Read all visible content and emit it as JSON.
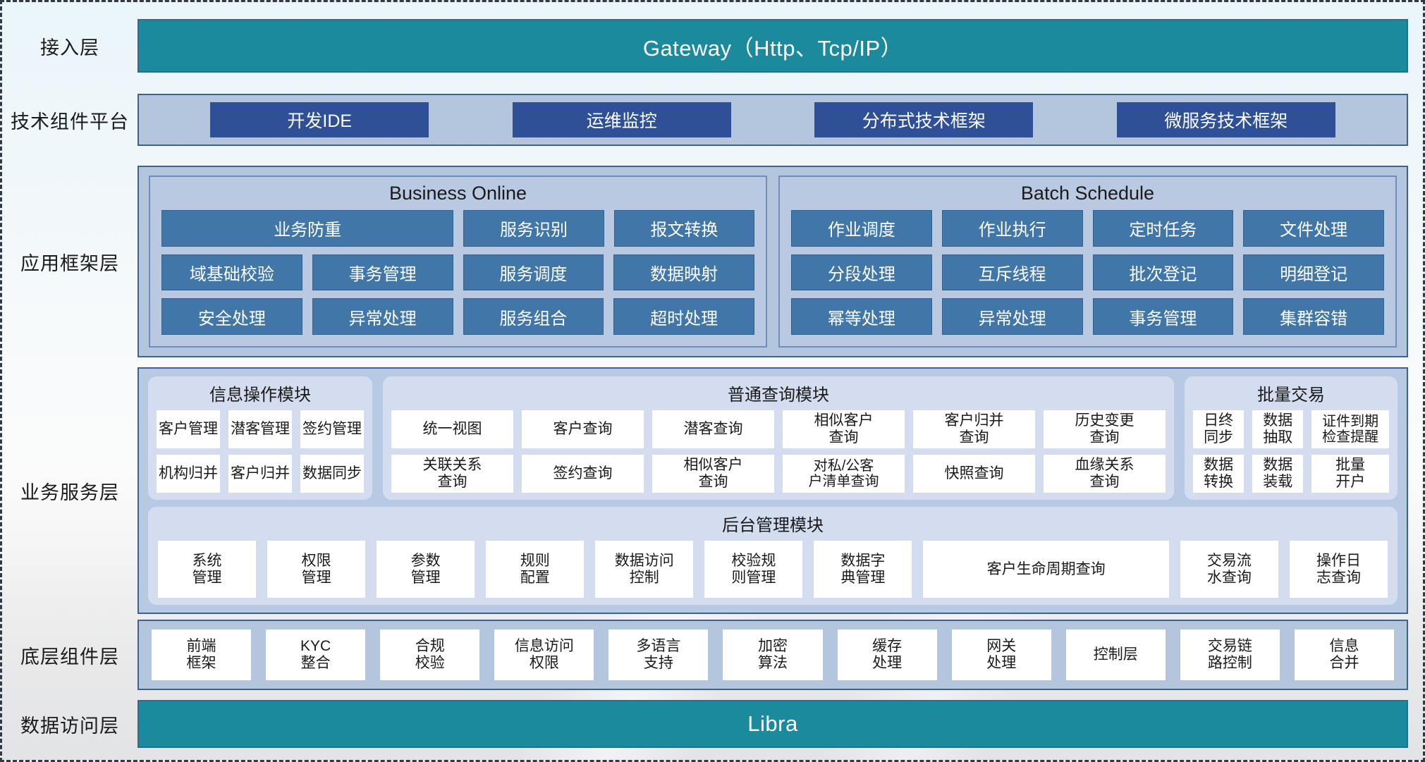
{
  "layers": [
    {
      "name": "access",
      "label": "接入层"
    },
    {
      "name": "tech-platform",
      "label": "技术组件平台"
    },
    {
      "name": "app-framework",
      "label": "应用框架层"
    },
    {
      "name": "business-service",
      "label": "业务服务层"
    },
    {
      "name": "base-component",
      "label": "底层组件层"
    },
    {
      "name": "data-access",
      "label": "数据访问层"
    }
  ],
  "access": {
    "title": "Gateway（Http、Tcp/IP）"
  },
  "tech_platform": {
    "items": [
      "开发IDE",
      "运维监控",
      "分布式技术框架",
      "微服务技术框架"
    ]
  },
  "app_framework": {
    "groups": [
      {
        "title": "Business Online",
        "rows": [
          [
            {
              "label": "业务防重",
              "span": 2
            },
            {
              "label": "服务识别"
            },
            {
              "label": "报文转换"
            }
          ],
          [
            {
              "label": "域基础校验"
            },
            {
              "label": "事务管理"
            },
            {
              "label": "服务调度"
            },
            {
              "label": "数据映射"
            }
          ],
          [
            {
              "label": "安全处理"
            },
            {
              "label": "异常处理"
            },
            {
              "label": "服务组合"
            },
            {
              "label": "超时处理"
            }
          ]
        ]
      },
      {
        "title": "Batch Schedule",
        "rows": [
          [
            {
              "label": "作业调度"
            },
            {
              "label": "作业执行"
            },
            {
              "label": "定时任务"
            },
            {
              "label": "文件处理"
            }
          ],
          [
            {
              "label": "分段处理"
            },
            {
              "label": "互斥线程"
            },
            {
              "label": "批次登记"
            },
            {
              "label": "明细登记"
            }
          ],
          [
            {
              "label": "幂等处理"
            },
            {
              "label": "异常处理"
            },
            {
              "label": "事务管理"
            },
            {
              "label": "集群容错"
            }
          ]
        ]
      }
    ]
  },
  "business_service": {
    "cards": [
      {
        "key": "info-operation",
        "title": "信息操作模块",
        "rows": [
          [
            "客户管理",
            "潜客管理",
            "签约管理"
          ],
          [
            "机构归并",
            "客户归并",
            "数据同步"
          ]
        ]
      },
      {
        "key": "common-query",
        "title": "普通查询模块",
        "rows": [
          [
            "统一视图",
            "客户查询",
            "潜客查询",
            "相似客户\n查询",
            "客户归并\n查询",
            "历史变更\n查询"
          ],
          [
            "关联关系\n查询",
            "签约查询",
            "相似客户\n查询",
            "对私/公客\n户清单查询",
            "快照查询",
            "血缘关系\n查询"
          ]
        ]
      },
      {
        "key": "batch-transaction",
        "title": "批量交易",
        "rows": [
          [
            "日终\n同步",
            "数据\n抽取",
            "证件到期\n检查提醒"
          ],
          [
            "数据\n转换",
            "数据\n装载",
            "批量\n开户"
          ]
        ]
      }
    ],
    "admin_card": {
      "key": "backend-admin",
      "title": "后台管理模块",
      "items": [
        {
          "label": "系统\n管理"
        },
        {
          "label": "权限\n管理"
        },
        {
          "label": "参数\n管理"
        },
        {
          "label": "规则\n配置"
        },
        {
          "label": "数据访问\n控制"
        },
        {
          "label": "校验规\n则管理"
        },
        {
          "label": "数据字\n典管理"
        },
        {
          "label": "客户生命周期查询",
          "wide": true
        },
        {
          "label": "交易流\n水查询"
        },
        {
          "label": "操作日\n志查询"
        }
      ]
    }
  },
  "base_component": {
    "items": [
      "前端\n框架",
      "KYC\n整合",
      "合规\n校验",
      "信息访问\n权限",
      "多语言\n支持",
      "加密\n算法",
      "缓存\n处理",
      "网关\n处理",
      "控制层",
      "交易链\n路控制",
      "信息\n合并"
    ]
  },
  "data_access": {
    "title": "Libra"
  },
  "colors": {
    "teal": "#1b8a9c",
    "band_blue": "#b3c6de",
    "chip_dark_blue": "#2f4f96",
    "chip_blue": "#4076a8",
    "card_light": "#d3ddef",
    "border_blue": "#3f6191",
    "white": "#ffffff"
  }
}
